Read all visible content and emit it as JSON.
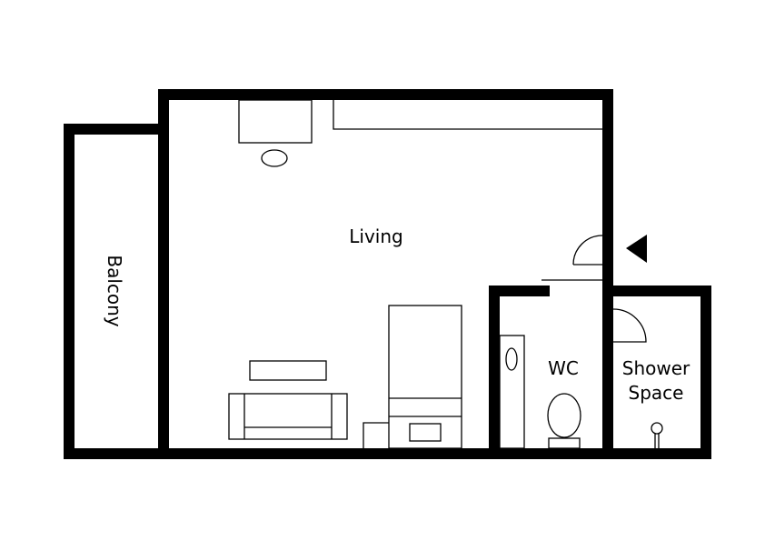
{
  "rooms": {
    "living": "Living",
    "balcony": "Balcony",
    "wc": "WC",
    "shower_line1": "Shower",
    "shower_line2": "Space"
  },
  "colors": {
    "wall": "#000000",
    "background": "#ffffff"
  },
  "icons": {
    "entrance": "entrance-arrow-icon"
  }
}
